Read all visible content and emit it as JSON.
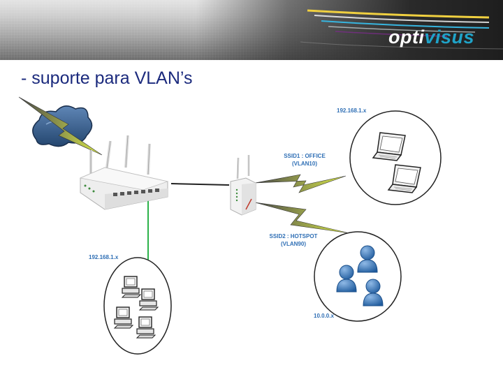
{
  "header": {
    "logo_prefix": "opti",
    "logo_suffix": "visus",
    "accent_color": "#1fa3c8"
  },
  "slide": {
    "bullet_marker": "-",
    "bullet_text": "suporte para VLAN’s"
  },
  "diagram": {
    "ssid1_name": "SSID1 : OFFICE",
    "ssid1_vlan": "(VLAN10)",
    "ssid2_name": "SSID2 : HOTSPOT",
    "ssid2_vlan": "(VLAN90)",
    "subnet_laptops": "192.168.1.x",
    "subnet_wired": "192.168.1.x",
    "subnet_hotspot": "10.0.0.x",
    "icons": [
      "cloud-icon",
      "router-icon",
      "access-point-icon",
      "laptop-icon",
      "desktop-pc-icon",
      "user-icon",
      "lightning-icon"
    ]
  }
}
